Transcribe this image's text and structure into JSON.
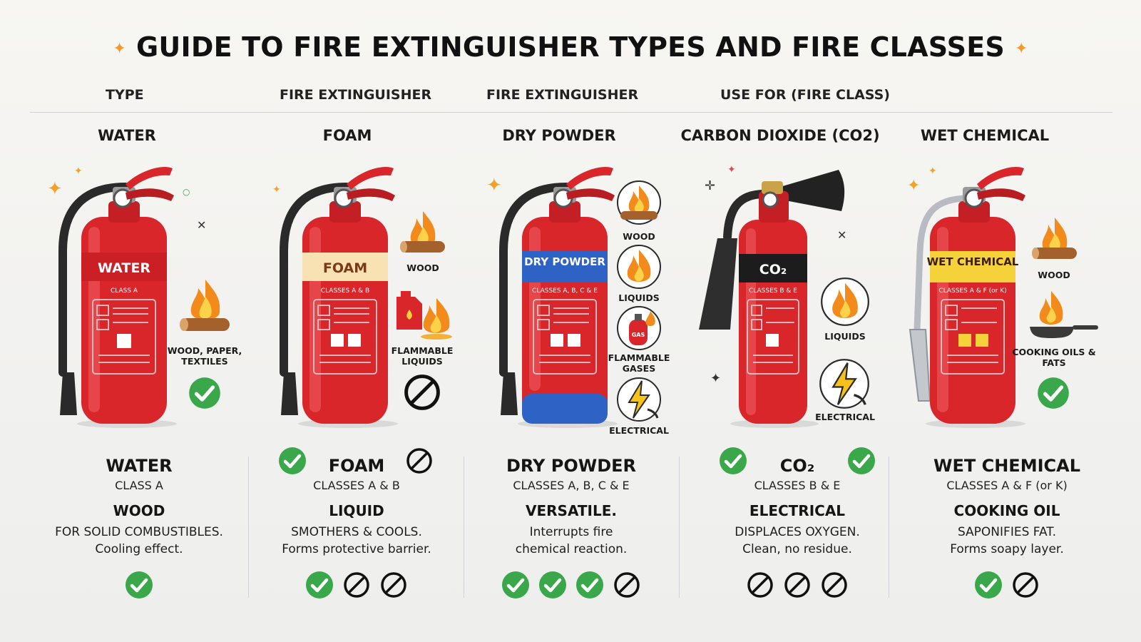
{
  "title": "GUIDE TO FIRE EXTINGUISHER TYPES AND FIRE CLASSES",
  "header": {
    "type": "TYPE",
    "ext1": "FIRE EXTINGUISHER",
    "ext2": "FIRE EXTINGUISHER",
    "use": "USE FOR (FIRE CLASS)"
  },
  "colors": {
    "cylinder": "#d9262b",
    "check": "#3aa84a",
    "flame": "#f28a1c",
    "dry_band": "#2e63c5",
    "wet_band": "#f6d23a",
    "foam_band": "#f8e2b4",
    "co2_band": "#1c1c1c"
  },
  "columns": [
    {
      "title": "WATER",
      "band_label": "WATER",
      "small_label": "CLASS A",
      "icons": [
        {
          "icon": "wood-fire-icon",
          "label": "WOOD, PAPER, TEXTILES"
        }
      ],
      "verdict": "check",
      "bottom": {
        "name": "WATER",
        "classes": "CLASS A",
        "heading": "WOOD",
        "line1": "FOR SOLID COMBUSTIBLES.",
        "line2": "Cooling effect."
      },
      "status": [
        "check"
      ]
    },
    {
      "title": "FOAM",
      "band_label": "FOAM",
      "small_label": "CLASSES A & B",
      "icons": [
        {
          "icon": "wood-fire-icon",
          "label": "WOOD"
        },
        {
          "icon": "fuel-can-fire-icon",
          "label": "FLAMMABLE LIQUIDS"
        }
      ],
      "verdict": "no",
      "bottom": {
        "name": "FOAM",
        "classes": "CLASSES A & B",
        "heading": "LIQUID",
        "line1": "SMOTHERS & COOLS.",
        "line2": "Forms protective barrier."
      },
      "status": [
        "check",
        "no",
        "no"
      ]
    },
    {
      "title": "DRY POWDER",
      "band_label": "DRY POWDER",
      "small_label": "CLASSES A, B, C & E",
      "icons": [
        {
          "icon": "wood-fire-icon",
          "label": "WOOD"
        },
        {
          "icon": "liquid-fire-icon",
          "label": "LIQUIDS"
        },
        {
          "icon": "gas-cylinder-icon",
          "label": "FLAMMABLE GASES"
        },
        {
          "icon": "electrical-icon",
          "label": "ELECTRICAL"
        }
      ],
      "bottom": {
        "name": "DRY POWDER",
        "classes": "CLASSES A, B, C & E",
        "heading": "VERSATILE.",
        "line1": "Interrupts fire",
        "line2": "chemical reaction."
      },
      "status": [
        "check",
        "check",
        "check",
        "no"
      ]
    },
    {
      "title": "CARBON DIOXIDE (CO2)",
      "band_label": "CO₂",
      "small_label": "CLASSES B & E",
      "icons": [
        {
          "icon": "liquid-fire-icon",
          "label": "LIQUIDS"
        },
        {
          "icon": "electrical-icon",
          "label": "ELECTRICAL"
        }
      ],
      "bottom": {
        "name": "CO₂",
        "classes": "CLASSES B & E",
        "heading": "ELECTRICAL",
        "line1": "DISPLACES OXYGEN.",
        "line2": "Clean, no residue."
      },
      "status": [
        "no",
        "no",
        "no"
      ]
    },
    {
      "title": "WET CHEMICAL",
      "band_label": "WET CHEMICAL",
      "small_label": "CLASSES A & F (or K)",
      "icons": [
        {
          "icon": "wood-fire-icon",
          "label": "WOOD"
        },
        {
          "icon": "pan-fire-icon",
          "label": "COOKING OILS & FATS"
        }
      ],
      "verdict": "check",
      "bottom": {
        "name": "WET CHEMICAL",
        "classes": "CLASSES A & F (or K)",
        "heading": "COOKING OIL",
        "line1": "SAPONIFIES FAT.",
        "line2": "Forms soapy layer."
      },
      "status": [
        "check",
        "no"
      ]
    }
  ]
}
